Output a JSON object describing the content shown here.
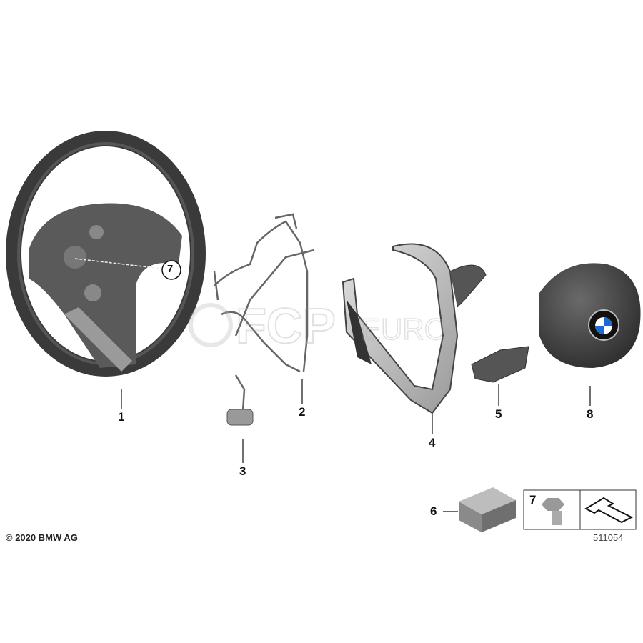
{
  "callouts": {
    "p1": "1",
    "p2": "2",
    "p3": "3",
    "p4": "4",
    "p5": "5",
    "p6": "6",
    "p7_box": "7",
    "p7_circle": "7",
    "p8": "8"
  },
  "footer": {
    "copyright": "© 2020 BMW AG",
    "diagram_number": "511054"
  },
  "watermark": {
    "brand": "FCP",
    "suffix": "EURO"
  },
  "emblem": {
    "text": "BMW"
  },
  "colors": {
    "part_dark": "#3a3a3a",
    "part_mid": "#8a8a8a",
    "part_light": "#c8c8c8",
    "bmw_blue": "#1c69d4"
  }
}
